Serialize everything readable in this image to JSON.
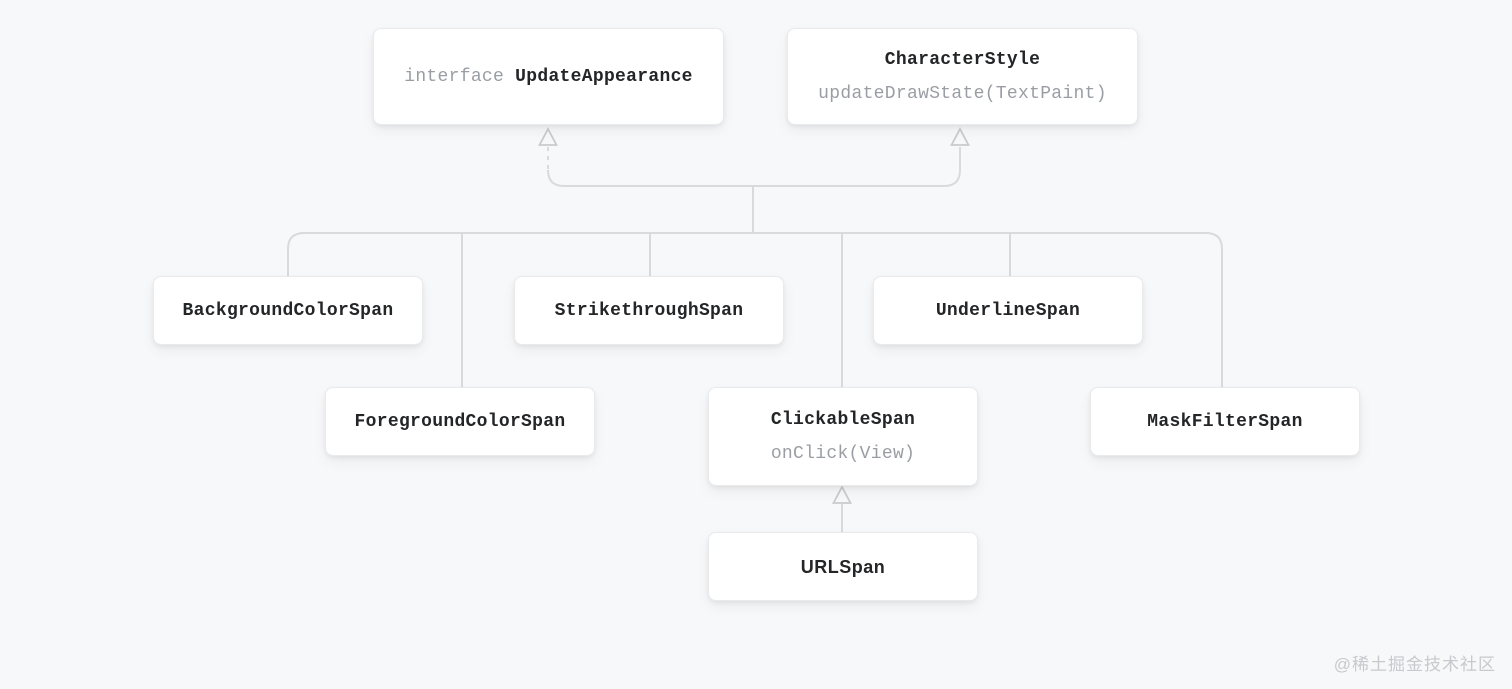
{
  "nodes": {
    "update_appearance": {
      "keyword": "interface",
      "name": "UpdateAppearance"
    },
    "character_style": {
      "name": "CharacterStyle",
      "method": "updateDrawState(TextPaint)"
    },
    "background_color_span": {
      "name": "BackgroundColorSpan"
    },
    "strikethrough_span": {
      "name": "StrikethroughSpan"
    },
    "underline_span": {
      "name": "UnderlineSpan"
    },
    "foreground_color_span": {
      "name": "ForegroundColorSpan"
    },
    "clickable_span": {
      "name": "ClickableSpan",
      "method": "onClick(View)"
    },
    "mask_filter_span": {
      "name": "MaskFilterSpan"
    },
    "url_span": {
      "name": "URLSpan"
    }
  },
  "edges": [
    {
      "from": "span-subclasses-group",
      "to": "UpdateAppearance",
      "style": "dashed",
      "arrow": "hollow-triangle"
    },
    {
      "from": "span-subclasses-group",
      "to": "CharacterStyle",
      "style": "solid",
      "arrow": "hollow-triangle"
    },
    {
      "from": "URLSpan",
      "to": "ClickableSpan",
      "style": "solid",
      "arrow": "hollow-triangle"
    }
  ],
  "watermark": "@稀土掘金技术社区",
  "colors": {
    "background": "#f7f8f9",
    "node_bg": "#ffffff",
    "node_border": "#e9eaec",
    "line": "#d8dadc",
    "arrow_stroke": "#c9cbce",
    "text_primary": "#242527",
    "text_secondary": "#9a9ea4",
    "watermark": "#c6c9ce"
  }
}
